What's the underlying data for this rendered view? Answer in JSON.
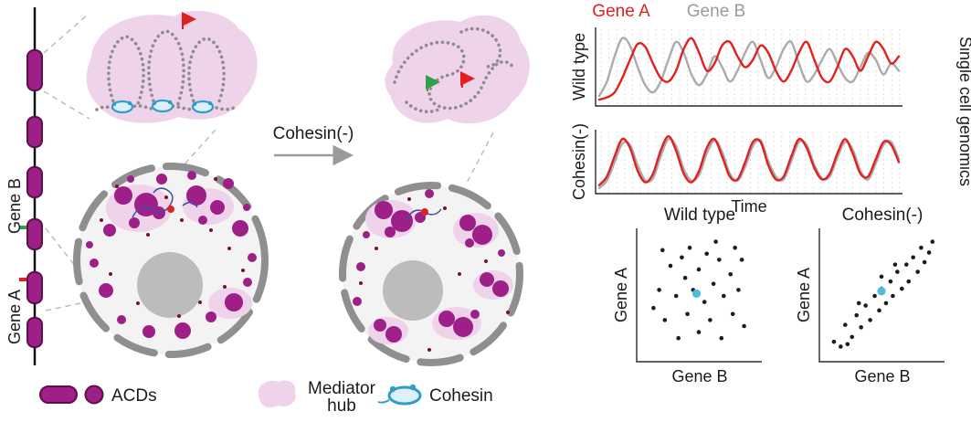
{
  "illustration": {
    "chromosome": {
      "gene_a": "Gene A",
      "gene_b": "Gene B"
    },
    "transition": {
      "label": "Cohesin(-)"
    },
    "legend": {
      "acds_label": "ACDs",
      "mediator_hub_line1": "Mediator",
      "mediator_hub_line2": "hub",
      "cohesin_label": "Cohesin"
    },
    "colors": {
      "acd_purple": "#9e1f87",
      "acd_outline": "#5c1048",
      "mediator_pink": "#eed3ea",
      "cohesin_blue": "#2f9ec9",
      "gene_a_red": "#e0211f",
      "gene_b_gray": "#ababab",
      "nucleus_envelope_gray": "#8f8f8f",
      "nucleolus_gray": "#bcbcbc",
      "rna_blue": "#3c4e9e",
      "highlight_cyan": "#4fb9df"
    }
  },
  "genomics_panel": {
    "side_label": "Single cell genomics"
  },
  "chart_data": [
    {
      "type": "line",
      "ylabel": "Wild type",
      "xlabel": "Time",
      "xlim": [
        0,
        39
      ],
      "ylim": [
        0,
        1
      ],
      "grid": "vertical-dashed",
      "legend_position": "top",
      "series": [
        {
          "name": "Gene A",
          "color": "#e0211f",
          "values": [
            0.05,
            0.08,
            0.15,
            0.35,
            0.6,
            0.82,
            0.78,
            0.55,
            0.35,
            0.3,
            0.45,
            0.75,
            0.9,
            0.7,
            0.45,
            0.55,
            0.8,
            0.85,
            0.65,
            0.5,
            0.6,
            0.8,
            0.7,
            0.45,
            0.3,
            0.45,
            0.7,
            0.85,
            0.6,
            0.35,
            0.3,
            0.5,
            0.75,
            0.65,
            0.45,
            0.65,
            0.85,
            0.75,
            0.55,
            0.65
          ]
        },
        {
          "name": "Gene B",
          "color": "#ababab",
          "values": [
            0.1,
            0.3,
            0.65,
            0.9,
            0.8,
            0.5,
            0.25,
            0.15,
            0.3,
            0.6,
            0.85,
            0.7,
            0.4,
            0.25,
            0.4,
            0.65,
            0.5,
            0.3,
            0.45,
            0.7,
            0.85,
            0.6,
            0.35,
            0.5,
            0.75,
            0.85,
            0.55,
            0.3,
            0.4,
            0.6,
            0.75,
            0.55,
            0.35,
            0.3,
            0.5,
            0.7,
            0.6,
            0.4,
            0.55,
            0.45
          ]
        }
      ]
    },
    {
      "type": "line",
      "ylabel": "Cohesin(-)",
      "xlabel": "Time",
      "xlim": [
        0,
        39
      ],
      "ylim": [
        0,
        1
      ],
      "grid": "vertical-dashed",
      "series": [
        {
          "name": "Gene A",
          "color": "#e0211f",
          "values": [
            0.1,
            0.25,
            0.6,
            0.9,
            0.75,
            0.35,
            0.15,
            0.3,
            0.7,
            0.95,
            0.7,
            0.3,
            0.15,
            0.35,
            0.75,
            0.9,
            0.6,
            0.25,
            0.2,
            0.5,
            0.85,
            0.85,
            0.45,
            0.2,
            0.25,
            0.6,
            0.9,
            0.75,
            0.4,
            0.2,
            0.3,
            0.65,
            0.9,
            0.65,
            0.3,
            0.25,
            0.55,
            0.85,
            0.8,
            0.5
          ]
        },
        {
          "name": "Gene B",
          "color": "#ababab",
          "values": [
            0.05,
            0.18,
            0.5,
            0.82,
            0.8,
            0.45,
            0.18,
            0.22,
            0.6,
            0.9,
            0.78,
            0.38,
            0.18,
            0.28,
            0.65,
            0.88,
            0.68,
            0.3,
            0.18,
            0.42,
            0.78,
            0.88,
            0.52,
            0.25,
            0.2,
            0.52,
            0.85,
            0.8,
            0.45,
            0.22,
            0.25,
            0.58,
            0.85,
            0.72,
            0.35,
            0.2,
            0.48,
            0.8,
            0.85,
            0.55
          ]
        }
      ]
    },
    {
      "type": "scatter",
      "title": "Wild type",
      "xlabel": "Gene B",
      "ylabel": "Gene A",
      "xlim": [
        0,
        1
      ],
      "ylim": [
        0,
        1
      ],
      "point_color": "#1c1c1c",
      "points": [
        [
          0.15,
          0.55
        ],
        [
          0.2,
          0.3
        ],
        [
          0.25,
          0.75
        ],
        [
          0.3,
          0.5
        ],
        [
          0.32,
          0.15
        ],
        [
          0.38,
          0.65
        ],
        [
          0.4,
          0.35
        ],
        [
          0.42,
          0.9
        ],
        [
          0.45,
          0.55
        ],
        [
          0.5,
          0.2
        ],
        [
          0.5,
          0.72
        ],
        [
          0.55,
          0.45
        ],
        [
          0.57,
          0.85
        ],
        [
          0.6,
          0.3
        ],
        [
          0.63,
          0.6
        ],
        [
          0.68,
          0.8
        ],
        [
          0.7,
          0.15
        ],
        [
          0.72,
          0.5
        ],
        [
          0.78,
          0.68
        ],
        [
          0.8,
          0.35
        ],
        [
          0.85,
          0.55
        ],
        [
          0.88,
          0.8
        ],
        [
          0.9,
          0.25
        ],
        [
          0.18,
          0.88
        ],
        [
          0.1,
          0.4
        ],
        [
          0.65,
          0.95
        ],
        [
          0.35,
          0.82
        ],
        [
          0.82,
          0.9
        ]
      ],
      "highlight": {
        "point": [
          0.48,
          0.52
        ],
        "color": "#4fb9df"
      }
    },
    {
      "type": "scatter",
      "title": "Cohesin(-)",
      "xlabel": "Gene B",
      "ylabel": "Gene A",
      "xlim": [
        0,
        1
      ],
      "ylim": [
        0,
        1
      ],
      "point_color": "#1c1c1c",
      "points": [
        [
          0.08,
          0.12
        ],
        [
          0.14,
          0.08
        ],
        [
          0.18,
          0.26
        ],
        [
          0.24,
          0.16
        ],
        [
          0.28,
          0.34
        ],
        [
          0.32,
          0.24
        ],
        [
          0.36,
          0.42
        ],
        [
          0.4,
          0.3
        ],
        [
          0.44,
          0.5
        ],
        [
          0.48,
          0.38
        ],
        [
          0.5,
          0.56
        ],
        [
          0.54,
          0.44
        ],
        [
          0.58,
          0.62
        ],
        [
          0.6,
          0.5
        ],
        [
          0.64,
          0.7
        ],
        [
          0.68,
          0.56
        ],
        [
          0.72,
          0.76
        ],
        [
          0.74,
          0.62
        ],
        [
          0.78,
          0.82
        ],
        [
          0.82,
          0.7
        ],
        [
          0.85,
          0.9
        ],
        [
          0.88,
          0.78
        ],
        [
          0.92,
          0.86
        ],
        [
          0.95,
          0.95
        ],
        [
          0.3,
          0.44
        ],
        [
          0.62,
          0.76
        ],
        [
          0.2,
          0.1
        ],
        [
          0.5,
          0.66
        ]
      ],
      "highlight": {
        "point": [
          0.5,
          0.54
        ],
        "color": "#4fb9df"
      }
    }
  ]
}
